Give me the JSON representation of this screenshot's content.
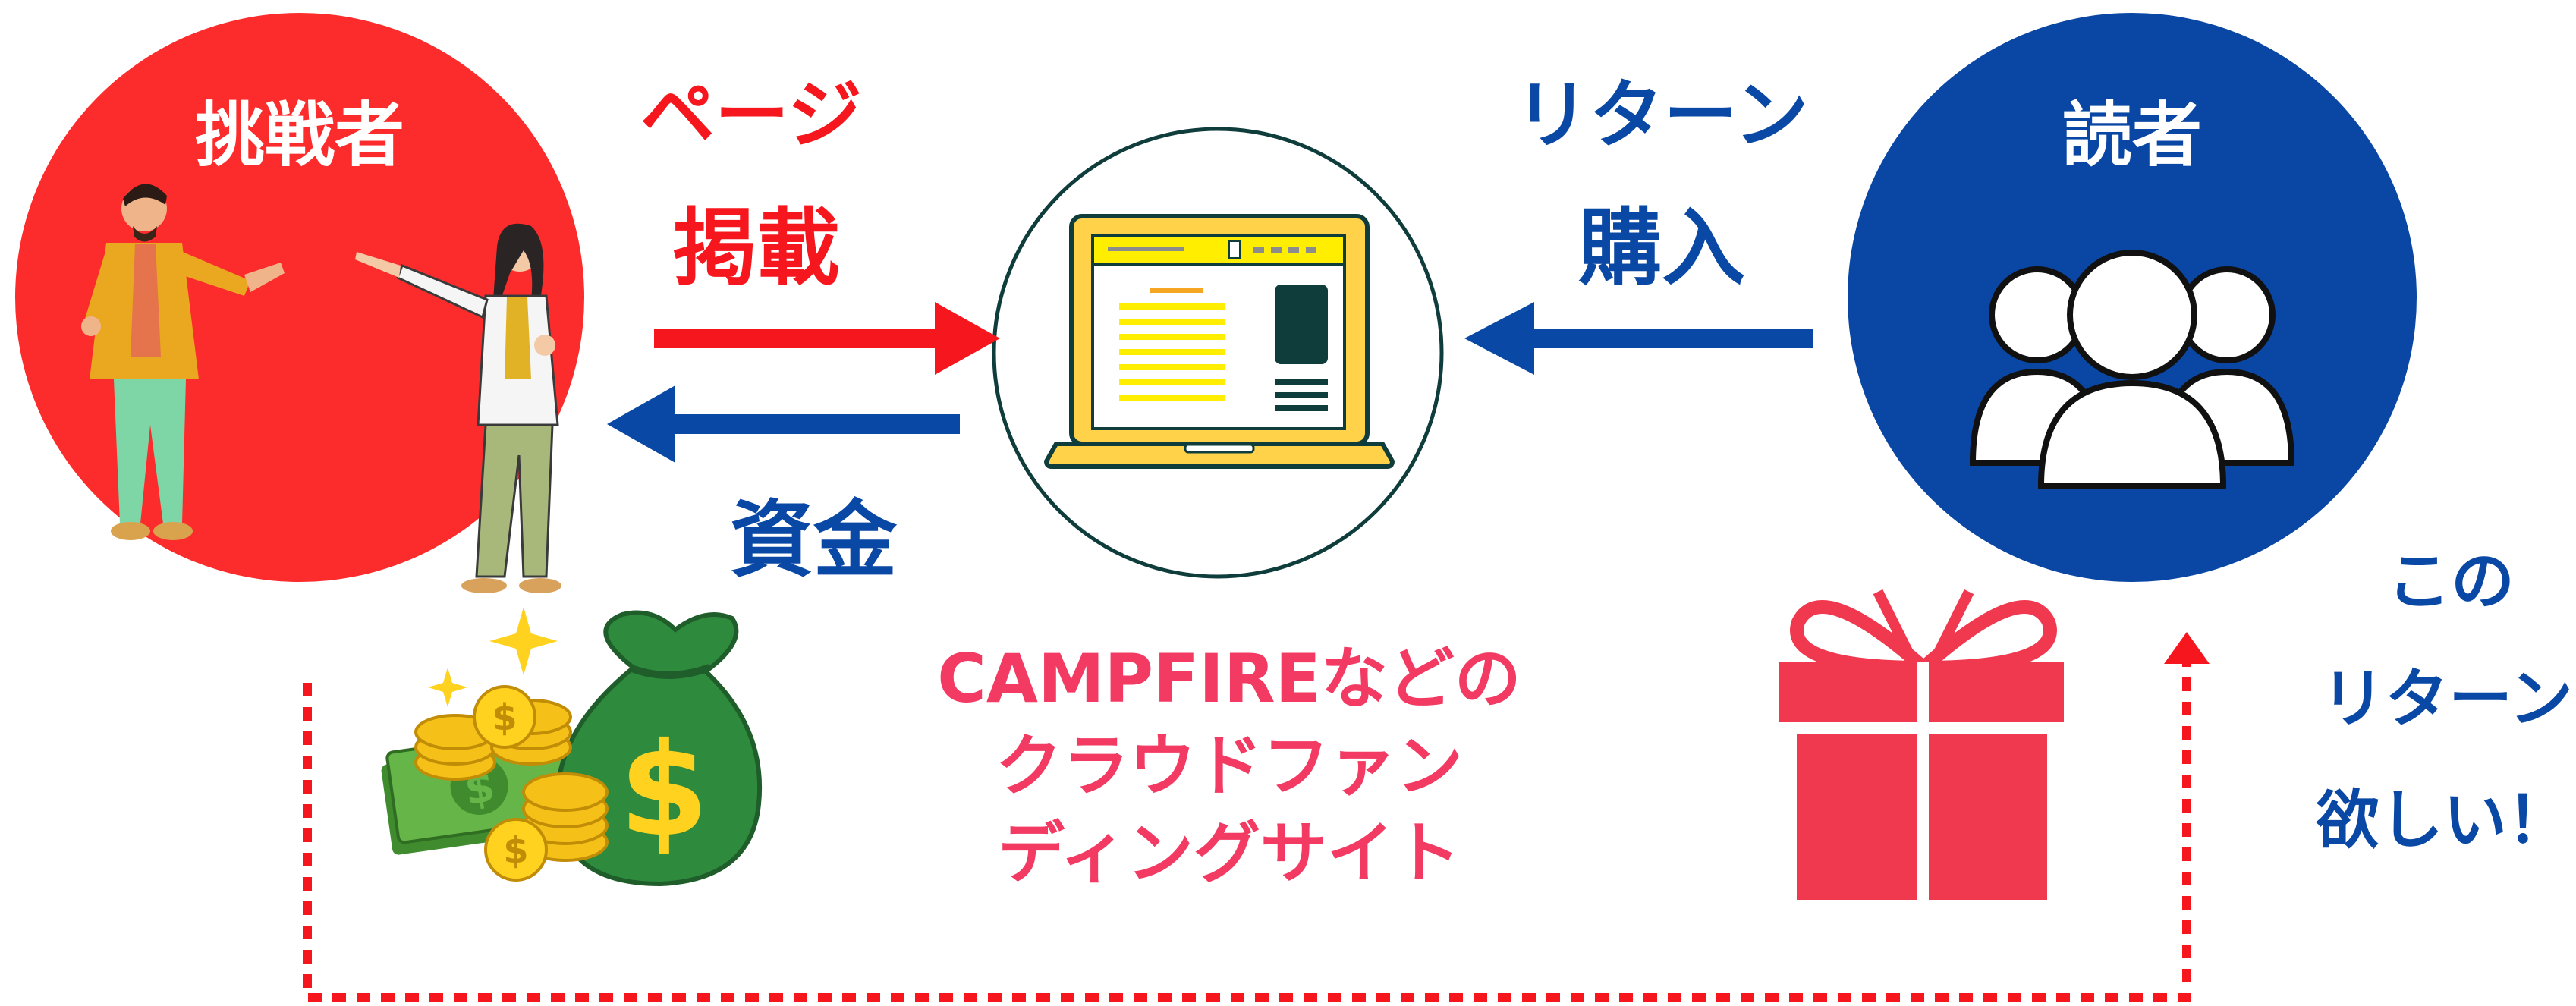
{
  "challenger": {
    "label": "挑戦者"
  },
  "reader": {
    "label": "読者"
  },
  "arrow_page": {
    "line1": "ページ",
    "line2": "掲載"
  },
  "arrow_funds": {
    "label": "資金"
  },
  "arrow_return": {
    "line1": "リターン",
    "line2": "購入"
  },
  "platform": {
    "line1": "CAMPFIREなどの",
    "line2": "クラウドファン",
    "line3": "ディングサイト"
  },
  "wish": {
    "line1": "この",
    "line2": "リターン",
    "line3": "欲しい！"
  },
  "colors": {
    "challenger_red": "#fc2c2c",
    "reader_blue": "#0a47a4",
    "arrow_red": "#f6161d",
    "arrow_blue": "#0a48a5",
    "platform_pink": "#f23a62",
    "gift_red": "#f0384f",
    "laptop_yellow": "#ffd24a",
    "dark_teal": "#0f3d3c"
  },
  "icons": {
    "challenger_people": "presenting-people-illustration",
    "money": "money-bag-and-coins-icon",
    "laptop": "laptop-icon",
    "users": "user-group-icon",
    "gift": "gift-box-icon"
  }
}
